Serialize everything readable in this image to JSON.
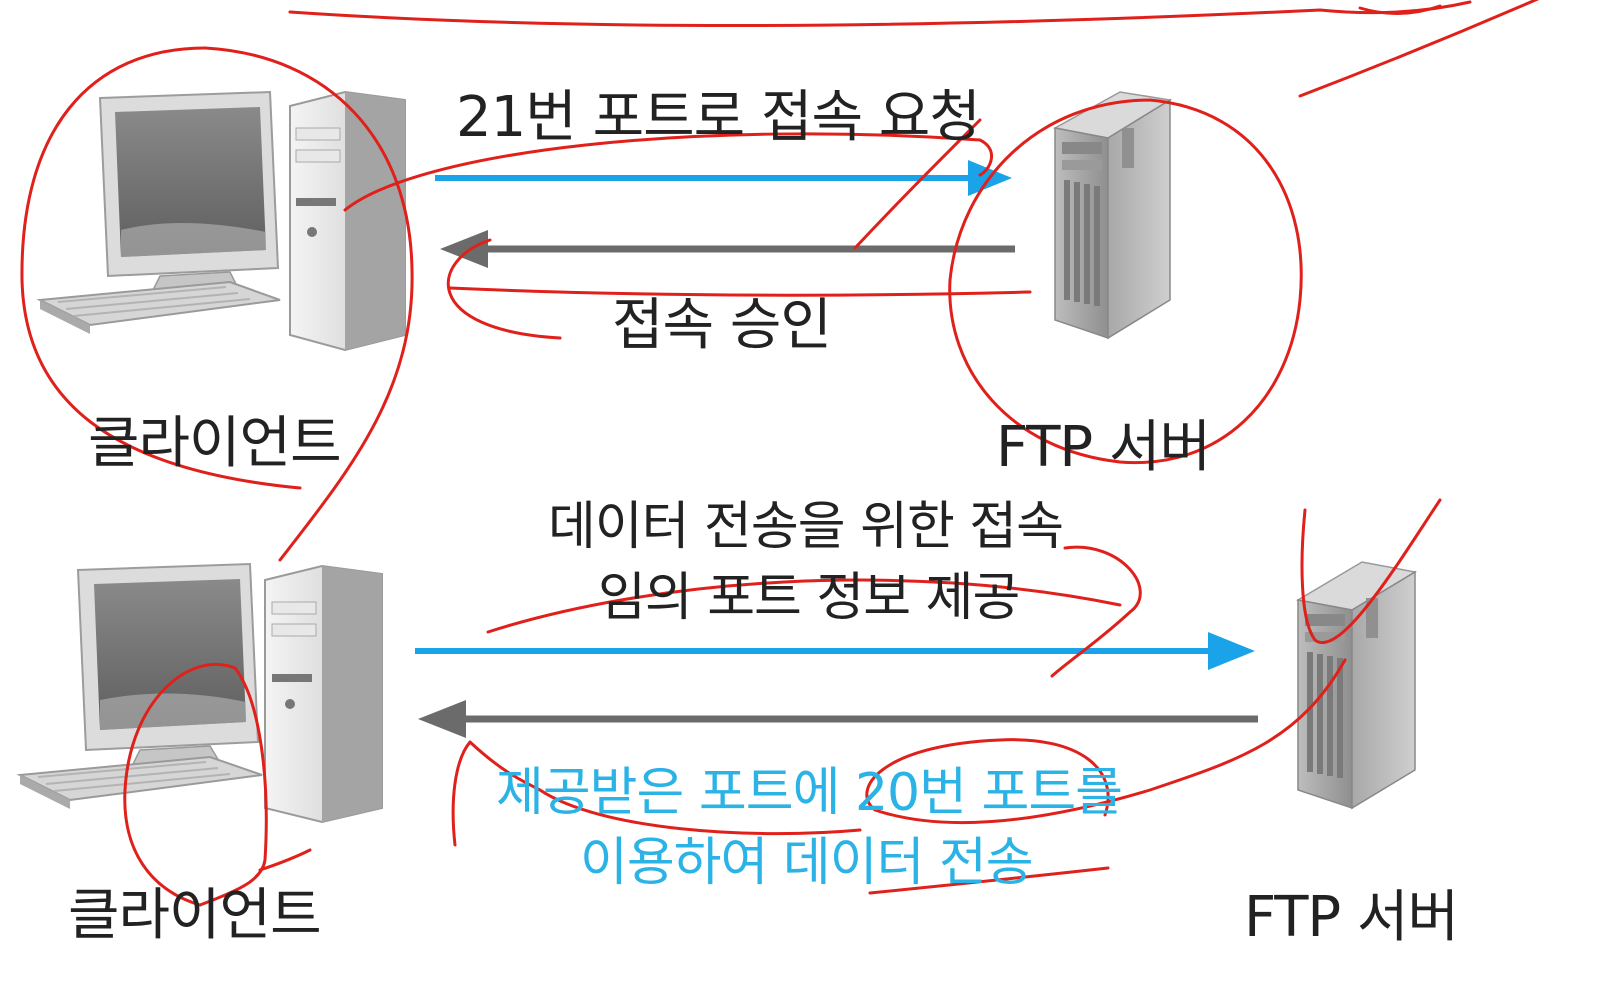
{
  "colors": {
    "request_arrow": "#1aa3e8",
    "response_arrow": "#6b6b6b",
    "highlight_text": "#2bb3e6",
    "annotation_ink": "#e0201b"
  },
  "top": {
    "request_label": "21번 포트로 접속 요청",
    "ack_label": "접속 승인",
    "client_label": "클라이언트",
    "server_label": "FTP 서버"
  },
  "bottom": {
    "info_line1": "데이터 전송을 위한 접속",
    "info_line2": "임의 포트 정보 제공",
    "transfer_line1": "제공받은 포트에 20번 포트를",
    "transfer_line2": "이용하여 데이터 전송",
    "client_label": "클라이언트",
    "server_label": "FTP 서버"
  },
  "icons": [
    "client-computer-icon",
    "ftp-server-icon"
  ]
}
